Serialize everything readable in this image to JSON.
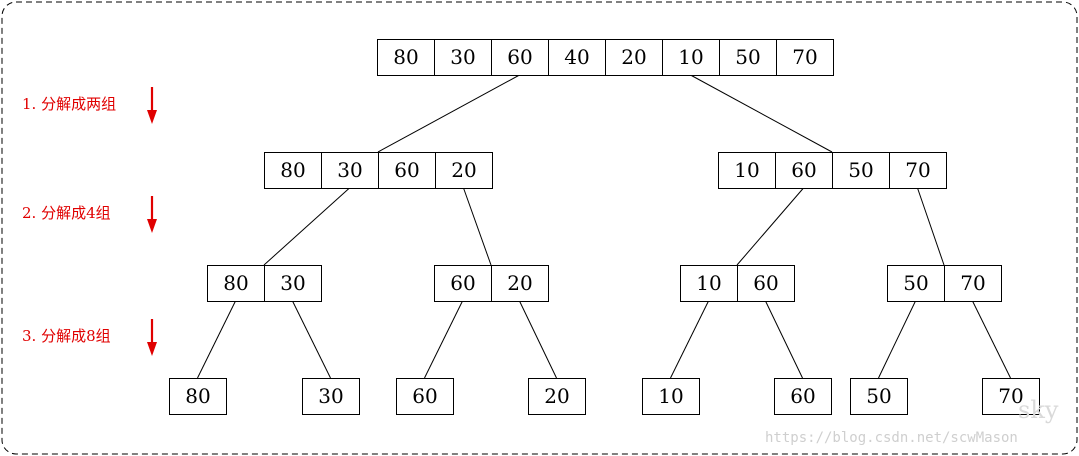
{
  "tree": {
    "levels": [
      {
        "groups": [
          [
            "80",
            "30",
            "60",
            "40",
            "20",
            "10",
            "50",
            "70"
          ]
        ]
      },
      {
        "groups": [
          [
            "80",
            "30",
            "60",
            "20"
          ],
          [
            "10",
            "60",
            "50",
            "70"
          ]
        ]
      },
      {
        "groups": [
          [
            "80",
            "30"
          ],
          [
            "60",
            "20"
          ],
          [
            "10",
            "60"
          ],
          [
            "50",
            "70"
          ]
        ]
      },
      {
        "groups": [
          [
            "80"
          ],
          [
            "30"
          ],
          [
            "60"
          ],
          [
            "20"
          ],
          [
            "10"
          ],
          [
            "60"
          ],
          [
            "50"
          ],
          [
            "70"
          ]
        ]
      }
    ]
  },
  "steps": [
    {
      "label": "1. 分解成两组"
    },
    {
      "label": "2. 分解成4组"
    },
    {
      "label": "3. 分解成8组"
    }
  ],
  "watermark": {
    "name": "sky",
    "url": "https://blog.csdn.net/scwMason"
  },
  "colors": {
    "step_text": "#e00000",
    "arrow": "#e00000",
    "border": "#000000",
    "watermark": "#cfcfcf"
  }
}
